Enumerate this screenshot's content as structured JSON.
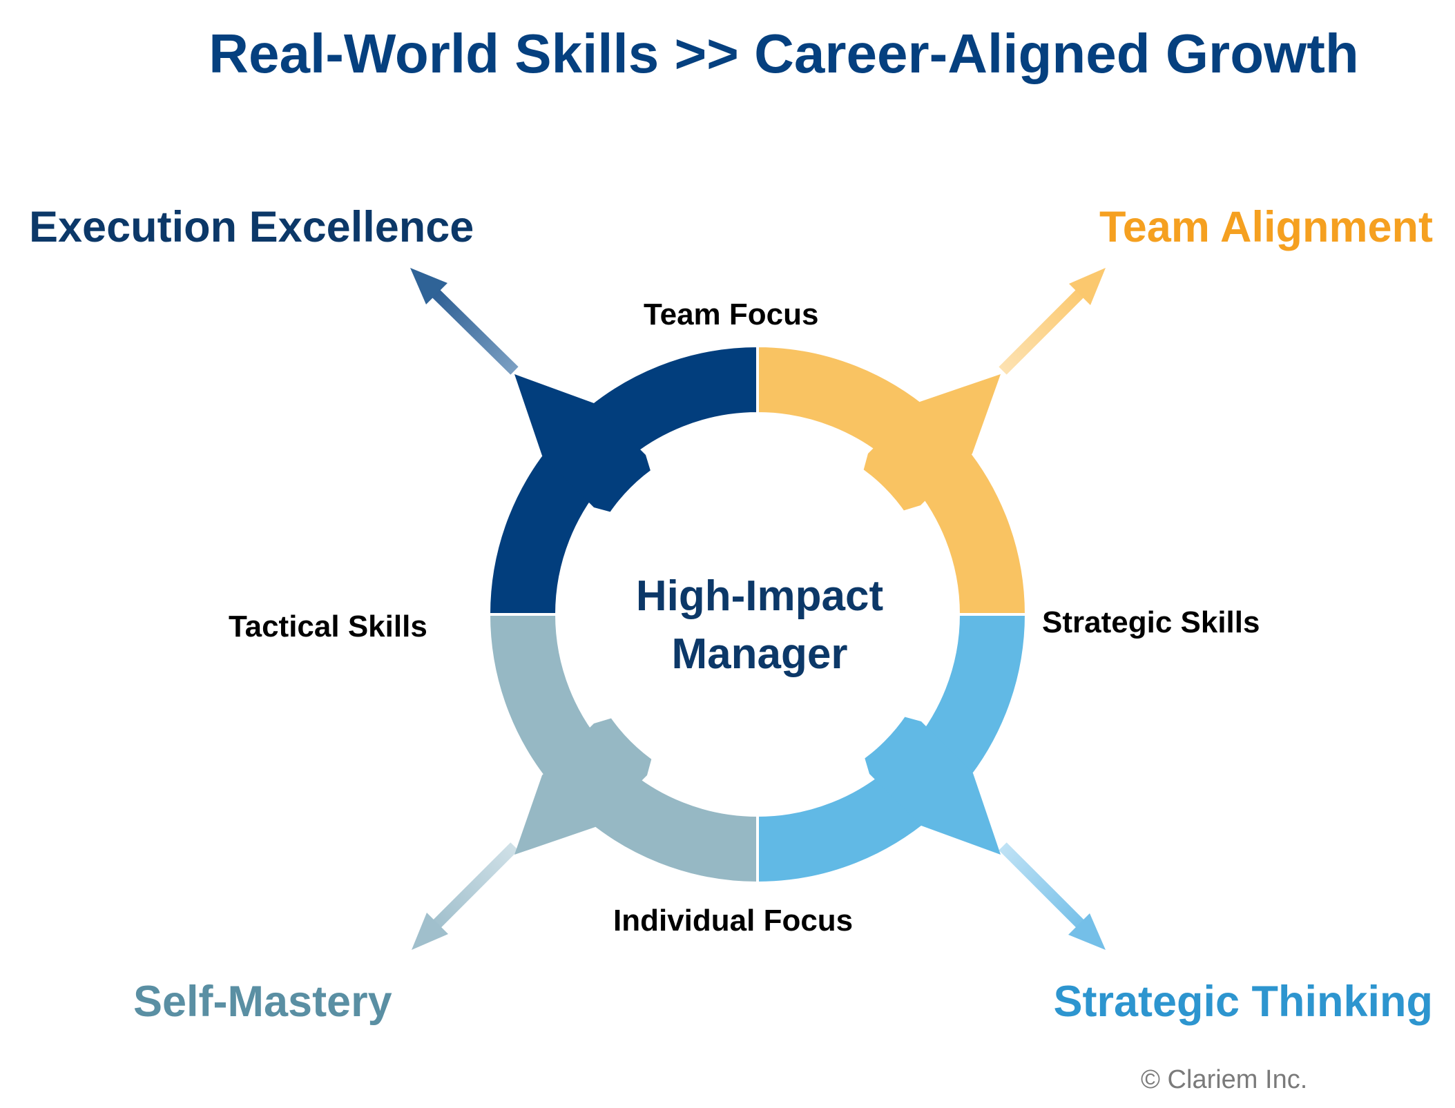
{
  "title": "Real-World Skills >> Career-Aligned Growth",
  "quadrants": {
    "top_left": {
      "label": "Execution Excellence",
      "color": "#023e7d",
      "arrow_color": "#2f6397",
      "text_color": "#0c3868"
    },
    "top_right": {
      "label": "Team Alignment",
      "color": "#f9c362",
      "arrow_color": "#fcd592",
      "text_color": "#f5a020"
    },
    "bottom_left": {
      "label": "Self-Mastery",
      "color": "#96b8c4",
      "arrow_color": "#b4cdd7",
      "text_color": "#5a8fa3"
    },
    "bottom_right": {
      "label": "Strategic Thinking",
      "color": "#61b9e5",
      "arrow_color": "#8ccaed",
      "text_color": "#2d95cf"
    }
  },
  "axes": {
    "top": "Team Focus",
    "bottom": "Individual Focus",
    "left": "Tactical Skills",
    "right": "Strategic Skills"
  },
  "center": {
    "line1": "High-Impact",
    "line2": "Manager"
  },
  "copyright": "© Clariem Inc."
}
